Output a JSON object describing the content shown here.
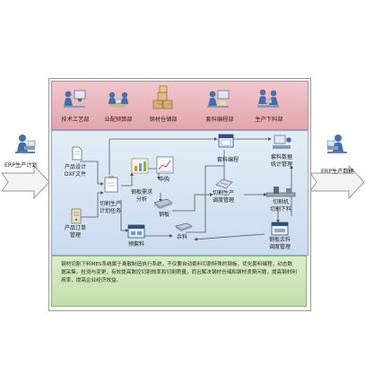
{
  "colors": {
    "department_band": "#e8b3ba",
    "process_area": "#d8e6f3",
    "description_box": "#cfe6b8",
    "arrow": "#f2f2f2",
    "connector": "#555555"
  },
  "left_io": {
    "label": "ERP生产计划",
    "icon": "person-at-desk-icon"
  },
  "right_io": {
    "label": "ERP生产数据",
    "icon": "person-at-desk-icon"
  },
  "departments": [
    {
      "label": "技术工艺部",
      "icon": "engineer-with-monitor-icon"
    },
    {
      "label": "业配预算部",
      "icon": "meeting-people-icon"
    },
    {
      "label": "钢材仓储部",
      "icon": "stacked-boxes-icon"
    },
    {
      "label": "套料编程部",
      "icon": "programmer-icon"
    },
    {
      "label": "生产下料部",
      "icon": "workers-icon"
    }
  ],
  "process_nodes": {
    "product_dxf": "产品设计\nDXF文件",
    "order_mgmt": "产品订单\n管理",
    "cut_plan": "切割生产\n计划任务",
    "steel_demand": "钢板需求\n分析",
    "purchase": "申购",
    "steel_plate": "钢板",
    "pre_nesting": "预套料",
    "remnant": "余料",
    "nesting_program": "套料编程",
    "cut_scheduling": "切割生产\n调度管理",
    "nesting_stats": "套料数据\n统计管理",
    "cutting_machine": "切割机\n切割下料",
    "remnant_scheduling": "钢板余料\n调度管理"
  },
  "description": "钢材切割下料MES系统属于离散制造执行系统，不仅要自动套料切割特殊的钢板，优化套料编程，动态数据采集，检测与变更，有效提高数控切割效率和切割质量，而且解决钢材仓储和钢材浪费问题，提高钢材利用率，提高企业经济效益。"
}
